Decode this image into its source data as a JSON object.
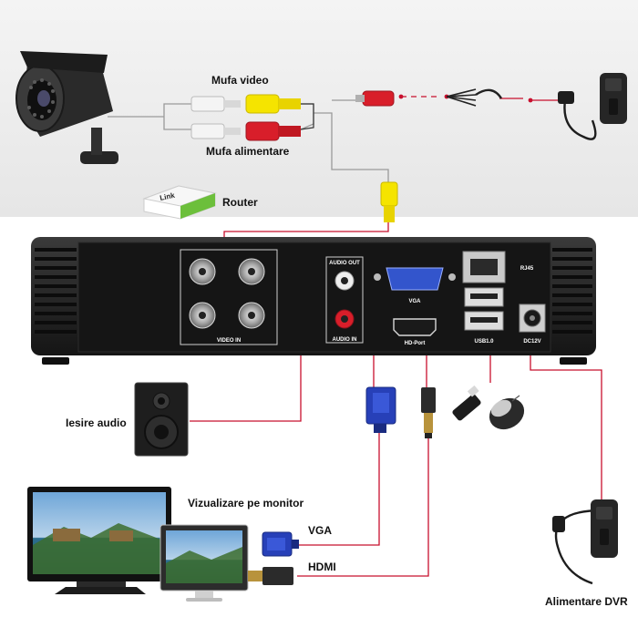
{
  "colors": {
    "wire_red": "#c8102e",
    "dvr_body": "#1c1c1c",
    "dvr_panel": "#121212",
    "background_top": "#f2f2f2",
    "background_bottom": "#ffffff"
  },
  "labels": {
    "video_plug": "Mufa video",
    "power_plug": "Mufa alimentare",
    "router": "Router",
    "audio_out": "Iesire audio",
    "monitor_view": "Vizualizare pe monitor",
    "vga": "VGA",
    "hdmi": "HDMI",
    "dvr_power": "Alimentare DVR"
  },
  "router_brand": "Link",
  "dvr_panel": {
    "audio_out": "AUDIO OUT",
    "audio_in": "AUDIO IN",
    "vga": "VGA",
    "hd_port": "HD-Port",
    "video_in": "VIDEO IN",
    "rj45": "RJ45",
    "dc": "DC12V",
    "usb": "USB1.0"
  },
  "icons": {
    "camera": "cctv-camera-icon",
    "router": "router-icon",
    "speaker": "speaker-icon",
    "monitor": "monitor-icon",
    "adapter": "power-adapter-icon",
    "mouse": "mouse-icon",
    "usb_stick": "usb-stick-icon"
  }
}
